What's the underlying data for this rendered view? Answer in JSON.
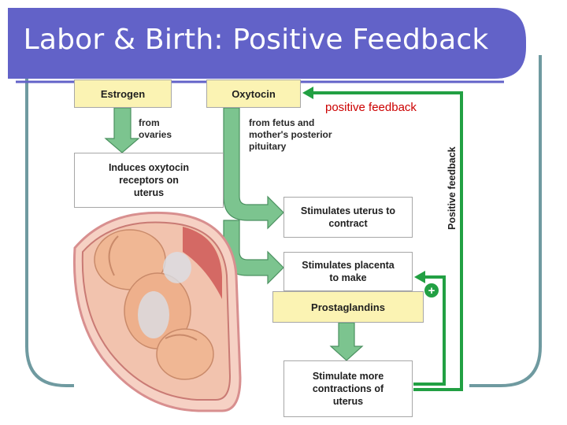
{
  "slide": {
    "title": "Labor & Birth: Positive Feedback"
  },
  "diagram": {
    "estrogen_label": "Estrogen",
    "oxytocin_label": "Oxytocin",
    "estrogen_source": "from ovaries",
    "oxytocin_source": "from fetus and mother's posterior pituitary",
    "induces_receptors": "Induces oxytocin receptors on uterus",
    "stimulates_uterus": "Stimulates uterus to contract",
    "stimulates_placenta": "Stimulates placenta to make",
    "prostaglandins_label": "Prostaglandins",
    "stimulate_contractions": "Stimulate more contractions of uterus",
    "positive_feedback_red": "positive feedback",
    "positive_feedback_vertical": "Positive feedback",
    "plus_symbol": "+"
  },
  "colors": {
    "title_bar": "#6262c8",
    "frame_border": "#6f9aa0",
    "arrow_fill": "#7cc48f",
    "arrow_stroke": "#4b9160",
    "feedback_green": "#22a043",
    "feedback_red": "#cc0000",
    "box_yellow": "#fbf3b3"
  }
}
